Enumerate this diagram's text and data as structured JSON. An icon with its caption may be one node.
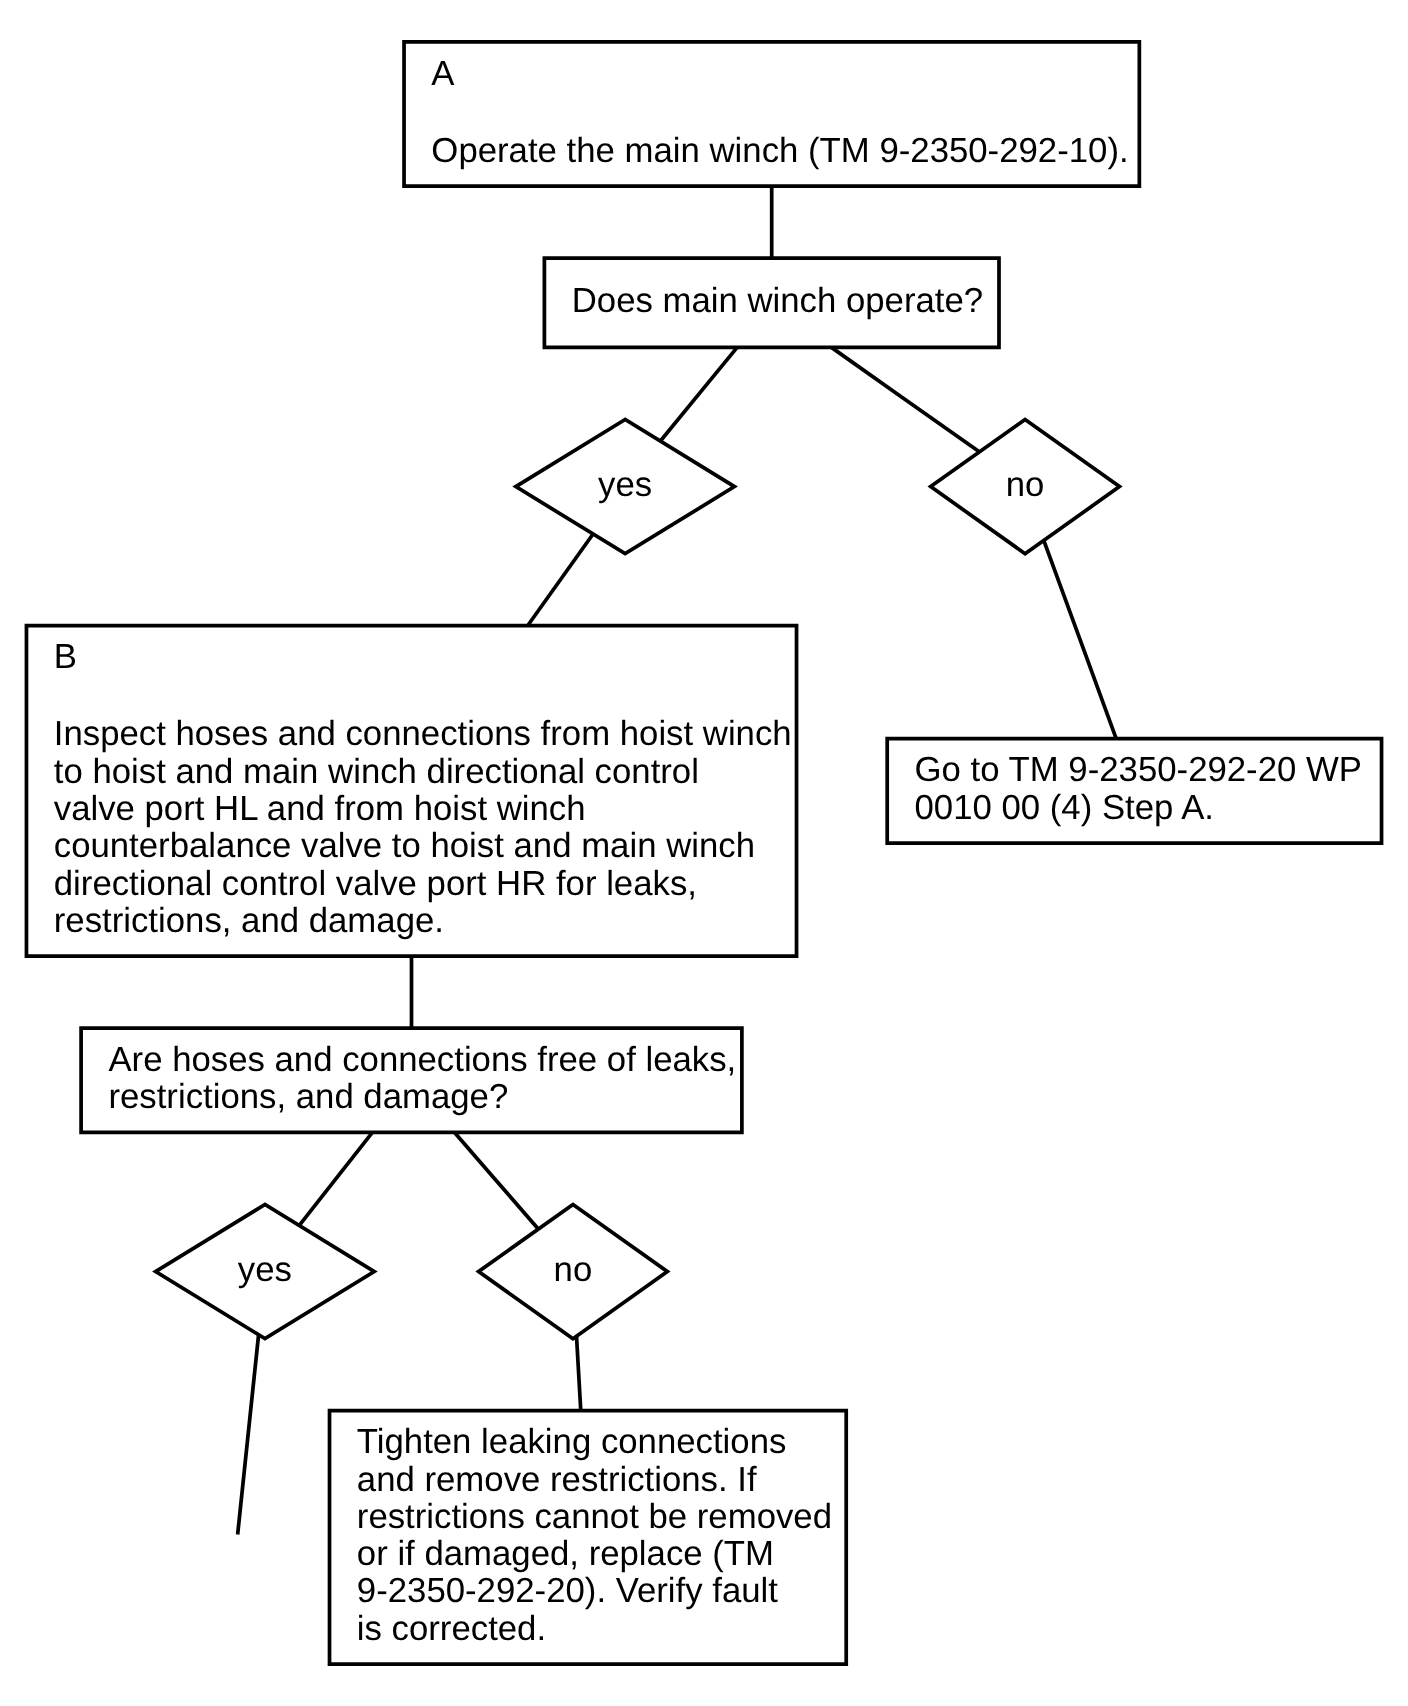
{
  "diagram": {
    "nodes": [
      {
        "text": [
          "A",
          "Operate the main winch (TM 9-2350-292-10)."
        ]
      },
      {
        "text": [
          "Does main winch operate?"
        ]
      },
      {
        "text": [
          "yes"
        ]
      },
      {
        "text": [
          "no"
        ]
      },
      {
        "text": [
          "Go to TM 9-2350-292-20 WP 0010 00 (4) Step A."
        ]
      },
      {
        "text": [
          "B",
          "Inspect hoses and connections from hoist winch to hoist and main winch directional control valve port HL and from hoist winch counterbalance valve to hoist and main winch directional control valve port HR for leaks, restrictions, and damage."
        ]
      },
      {
        "text": [
          "Are hoses and connections free of leaks, restrictions, and damage?"
        ]
      },
      {
        "text": [
          "yes"
        ]
      },
      {
        "text": [
          "no"
        ]
      },
      {
        "text": [
          "Tighten leaking connections and remove restrictions. If restrictions cannot be removed or if damaged, replace (TM 9-2350-292-20). Verify fault is corrected."
        ]
      }
    ],
    "edges": [
      {
        "from": 0,
        "to": 1,
        "arrow": "none"
      },
      {
        "from": 1,
        "to": 2,
        "arrow": "none"
      },
      {
        "from": 1,
        "to": 3,
        "arrow": "none"
      },
      {
        "from": 3,
        "to": 4,
        "arrow": "none"
      },
      {
        "from": 2,
        "to": 5,
        "arrow": "none"
      },
      {
        "from": 5,
        "to": 6,
        "arrow": "none"
      },
      {
        "from": 6,
        "to": 7,
        "arrow": "none"
      },
      {
        "from": 6,
        "to": 8,
        "arrow": "none"
      },
      {
        "from": 8,
        "to": 9,
        "arrow": "none"
      },
      {
        "from": 7,
        "to": null,
        "arrow": "none"
      }
    ]
  }
}
